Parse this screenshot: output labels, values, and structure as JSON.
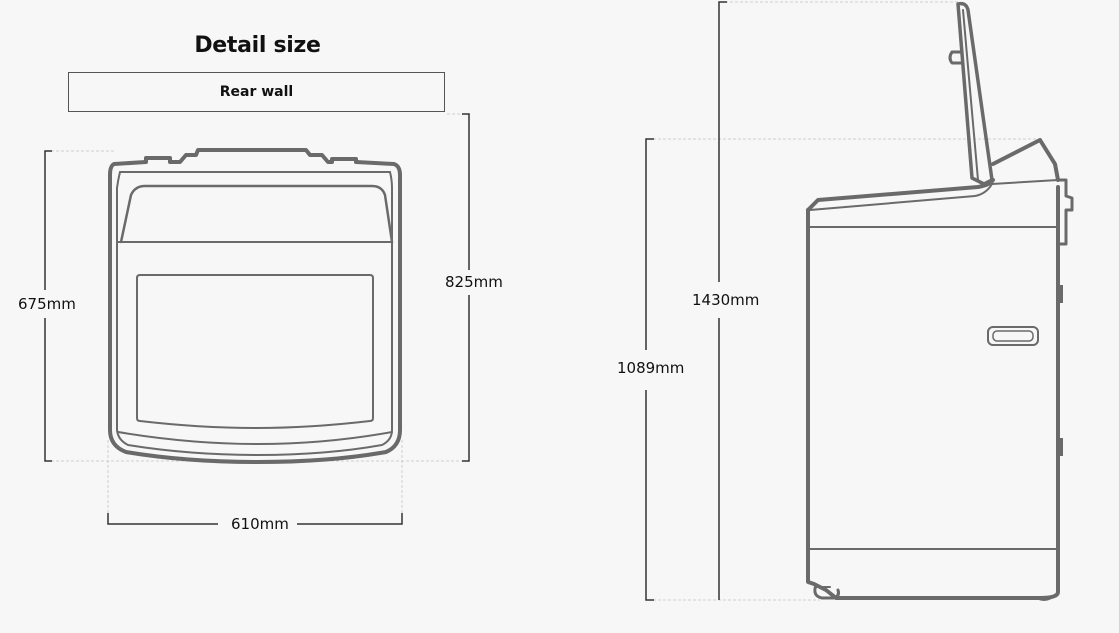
{
  "header": {
    "title": "Detail size",
    "rear_wall_label": "Rear wall"
  },
  "top_view": {
    "depth_label": "675mm",
    "depth_with_wall_label": "825mm",
    "width_label": "610mm"
  },
  "side_view": {
    "height_lid_open_label": "1430mm",
    "height_label": "1089mm"
  },
  "colors": {
    "background": "#f7f7f7",
    "outline": "#666666",
    "dimension_line": "#333333",
    "guide_line": "#cccccc"
  }
}
